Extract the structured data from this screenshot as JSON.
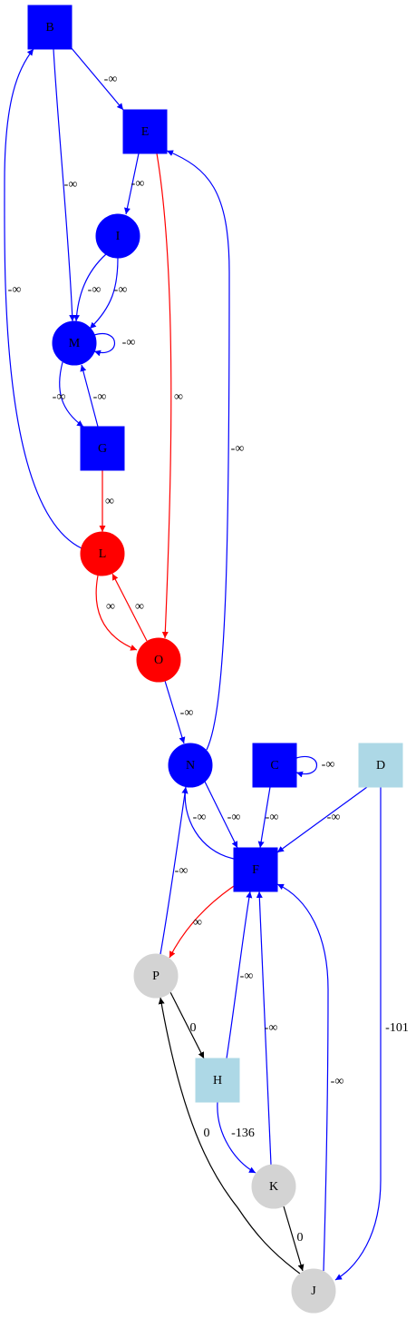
{
  "colors": {
    "blue": "#0000ff",
    "red": "#ff0000",
    "lightblue": "#add8e6",
    "lightgray": "#d3d3d3",
    "black": "#000000"
  },
  "nodes": [
    {
      "id": "B",
      "label": "B",
      "shape": "box",
      "color": "blue"
    },
    {
      "id": "E",
      "label": "E",
      "shape": "box",
      "color": "blue"
    },
    {
      "id": "I",
      "label": "I",
      "shape": "circle",
      "color": "blue"
    },
    {
      "id": "M",
      "label": "M",
      "shape": "circle",
      "color": "blue"
    },
    {
      "id": "G",
      "label": "G",
      "shape": "box",
      "color": "blue"
    },
    {
      "id": "L",
      "label": "L",
      "shape": "circle",
      "color": "red"
    },
    {
      "id": "O",
      "label": "O",
      "shape": "circle",
      "color": "red"
    },
    {
      "id": "N",
      "label": "N",
      "shape": "circle",
      "color": "blue"
    },
    {
      "id": "C",
      "label": "C",
      "shape": "box",
      "color": "blue"
    },
    {
      "id": "D",
      "label": "D",
      "shape": "box",
      "color": "lightblue"
    },
    {
      "id": "F",
      "label": "F",
      "shape": "box",
      "color": "blue"
    },
    {
      "id": "P",
      "label": "P",
      "shape": "circle",
      "color": "lightgray"
    },
    {
      "id": "H",
      "label": "H",
      "shape": "box",
      "color": "lightblue"
    },
    {
      "id": "K",
      "label": "K",
      "shape": "circle",
      "color": "lightgray"
    },
    {
      "id": "J",
      "label": "J",
      "shape": "circle",
      "color": "lightgray"
    }
  ],
  "edges": [
    {
      "from": "B",
      "to": "E",
      "label": "-∞",
      "color": "blue"
    },
    {
      "from": "B",
      "to": "M",
      "label": "-∞",
      "color": "blue"
    },
    {
      "from": "E",
      "to": "I",
      "label": "-∞",
      "color": "blue"
    },
    {
      "from": "E",
      "to": "O",
      "label": "∞",
      "color": "red"
    },
    {
      "from": "I",
      "to": "M",
      "label": "-∞",
      "color": "blue"
    },
    {
      "from": "I",
      "to": "M",
      "label": "-∞",
      "color": "blue"
    },
    {
      "from": "M",
      "to": "M",
      "label": "-∞",
      "color": "blue"
    },
    {
      "from": "M",
      "to": "G",
      "label": "-∞",
      "color": "blue"
    },
    {
      "from": "G",
      "to": "M",
      "label": "-∞",
      "color": "blue"
    },
    {
      "from": "G",
      "to": "L",
      "label": "∞",
      "color": "red"
    },
    {
      "from": "L",
      "to": "B",
      "label": "-∞",
      "color": "blue"
    },
    {
      "from": "L",
      "to": "O",
      "label": "∞",
      "color": "red"
    },
    {
      "from": "O",
      "to": "L",
      "label": "∞",
      "color": "red"
    },
    {
      "from": "O",
      "to": "N",
      "label": "-∞",
      "color": "blue"
    },
    {
      "from": "N",
      "to": "E",
      "label": "-∞",
      "color": "blue"
    },
    {
      "from": "N",
      "to": "F",
      "label": "-∞",
      "color": "blue"
    },
    {
      "from": "F",
      "to": "N",
      "label": "-∞",
      "color": "blue"
    },
    {
      "from": "C",
      "to": "C",
      "label": "-∞",
      "color": "blue"
    },
    {
      "from": "C",
      "to": "F",
      "label": "-∞",
      "color": "blue"
    },
    {
      "from": "D",
      "to": "F",
      "label": "-∞",
      "color": "blue"
    },
    {
      "from": "D",
      "to": "J",
      "label": "-101",
      "color": "blue"
    },
    {
      "from": "F",
      "to": "P",
      "label": "∞",
      "color": "red"
    },
    {
      "from": "P",
      "to": "N",
      "label": "-∞",
      "color": "blue"
    },
    {
      "from": "P",
      "to": "H",
      "label": "0",
      "color": "black"
    },
    {
      "from": "H",
      "to": "F",
      "label": "-∞",
      "color": "blue"
    },
    {
      "from": "H",
      "to": "K",
      "label": "-136",
      "color": "blue"
    },
    {
      "from": "K",
      "to": "F",
      "label": "-∞",
      "color": "blue"
    },
    {
      "from": "K",
      "to": "J",
      "label": "0",
      "color": "black"
    },
    {
      "from": "J",
      "to": "F",
      "label": "-∞",
      "color": "blue"
    },
    {
      "from": "J",
      "to": "P",
      "label": "0",
      "color": "black"
    }
  ]
}
